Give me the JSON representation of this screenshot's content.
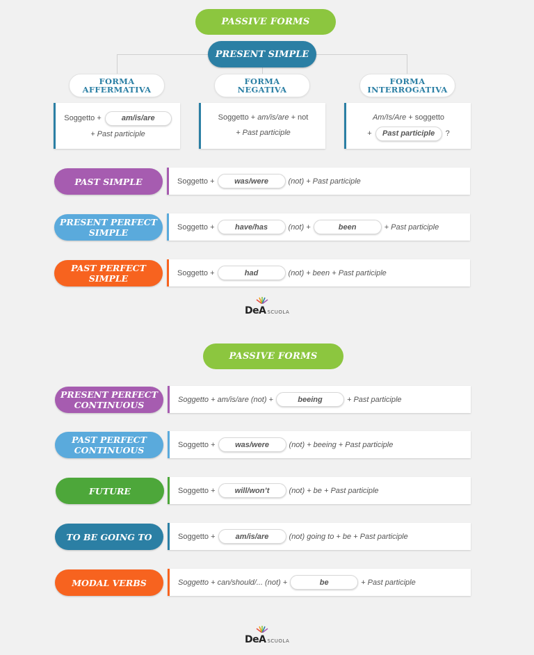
{
  "section1": {
    "title": "PASSIVE FORMS"
  },
  "present_simple": {
    "label": "PRESENT SIMPLE",
    "forms": [
      {
        "line1": "FORMA",
        "line2": "AFFERMATIVA"
      },
      {
        "line1": "FORMA",
        "line2": "NEGATIVA"
      },
      {
        "line1": "FORMA",
        "line2": "INTERROGATIVA"
      }
    ],
    "affirmative": {
      "subject": "Soggetto +",
      "verb": "am/is/are",
      "rest": "+ Past participle"
    },
    "negative": {
      "subject": "Soggetto +",
      "verb": "am/is/are",
      "neg": "+ not",
      "rest": "+ Past participle"
    },
    "interrogative": {
      "verb": "Am/Is/Are",
      "subject": "+ soggetto",
      "plus": "+",
      "participle": "Past participle",
      "q": "?"
    }
  },
  "rows1": [
    {
      "tense": "PAST SIMPLE",
      "subject": "Soggetto +",
      "verb": "was/were",
      "rest": "(not) + Past participle"
    },
    {
      "tense1": "PRESENT PERFECT",
      "tense2": "SIMPLE",
      "subject": "Soggetto +",
      "verb": "have/has",
      "mid": "(not) +",
      "verb2": "been",
      "rest": "+ Past participle"
    },
    {
      "tense1": "PAST PERFECT",
      "tense2": "SIMPLE",
      "subject": "Soggetto +",
      "verb": "had",
      "rest": "(not) +  been  + Past participle"
    }
  ],
  "logo": {
    "dea": "DeA",
    "scuola": "SCUOLA"
  },
  "section2": {
    "title": "PASSIVE FORMS"
  },
  "rows2": [
    {
      "tense1": "PRESENT PERFECT",
      "tense2": "CONTINUOUS",
      "pre": "Soggetto +  am/is/are (not) +",
      "verb": "beeing",
      "rest": "+  Past participle"
    },
    {
      "tense1": "PAST PERFECT",
      "tense2": "CONTINUOUS",
      "pre": "Soggetto +",
      "verb": "was/were",
      "rest": "(not) +  beeing  +  Past participle"
    },
    {
      "tense": "FUTURE",
      "pre": "Soggetto +",
      "verb": "will/won’t",
      "rest": "(not) +  be  +  Past participle"
    },
    {
      "tense": "TO BE GOING TO",
      "pre": "Soggetto +",
      "verb": "am/is/are",
      "rest": "(not) going to +  be  +  Past participle"
    },
    {
      "tense": "MODAL VERBS",
      "pre": "Soggetto +  can/should/... (not) +",
      "verb": "be",
      "rest": "+ Past participle"
    }
  ],
  "colors": {
    "green": "#8cc63f",
    "blue": "#2b7fa4",
    "purple": "#a65cb0",
    "lightblue": "#5aaadc",
    "orange": "#f7631f",
    "darkgreen": "#4da73a"
  }
}
